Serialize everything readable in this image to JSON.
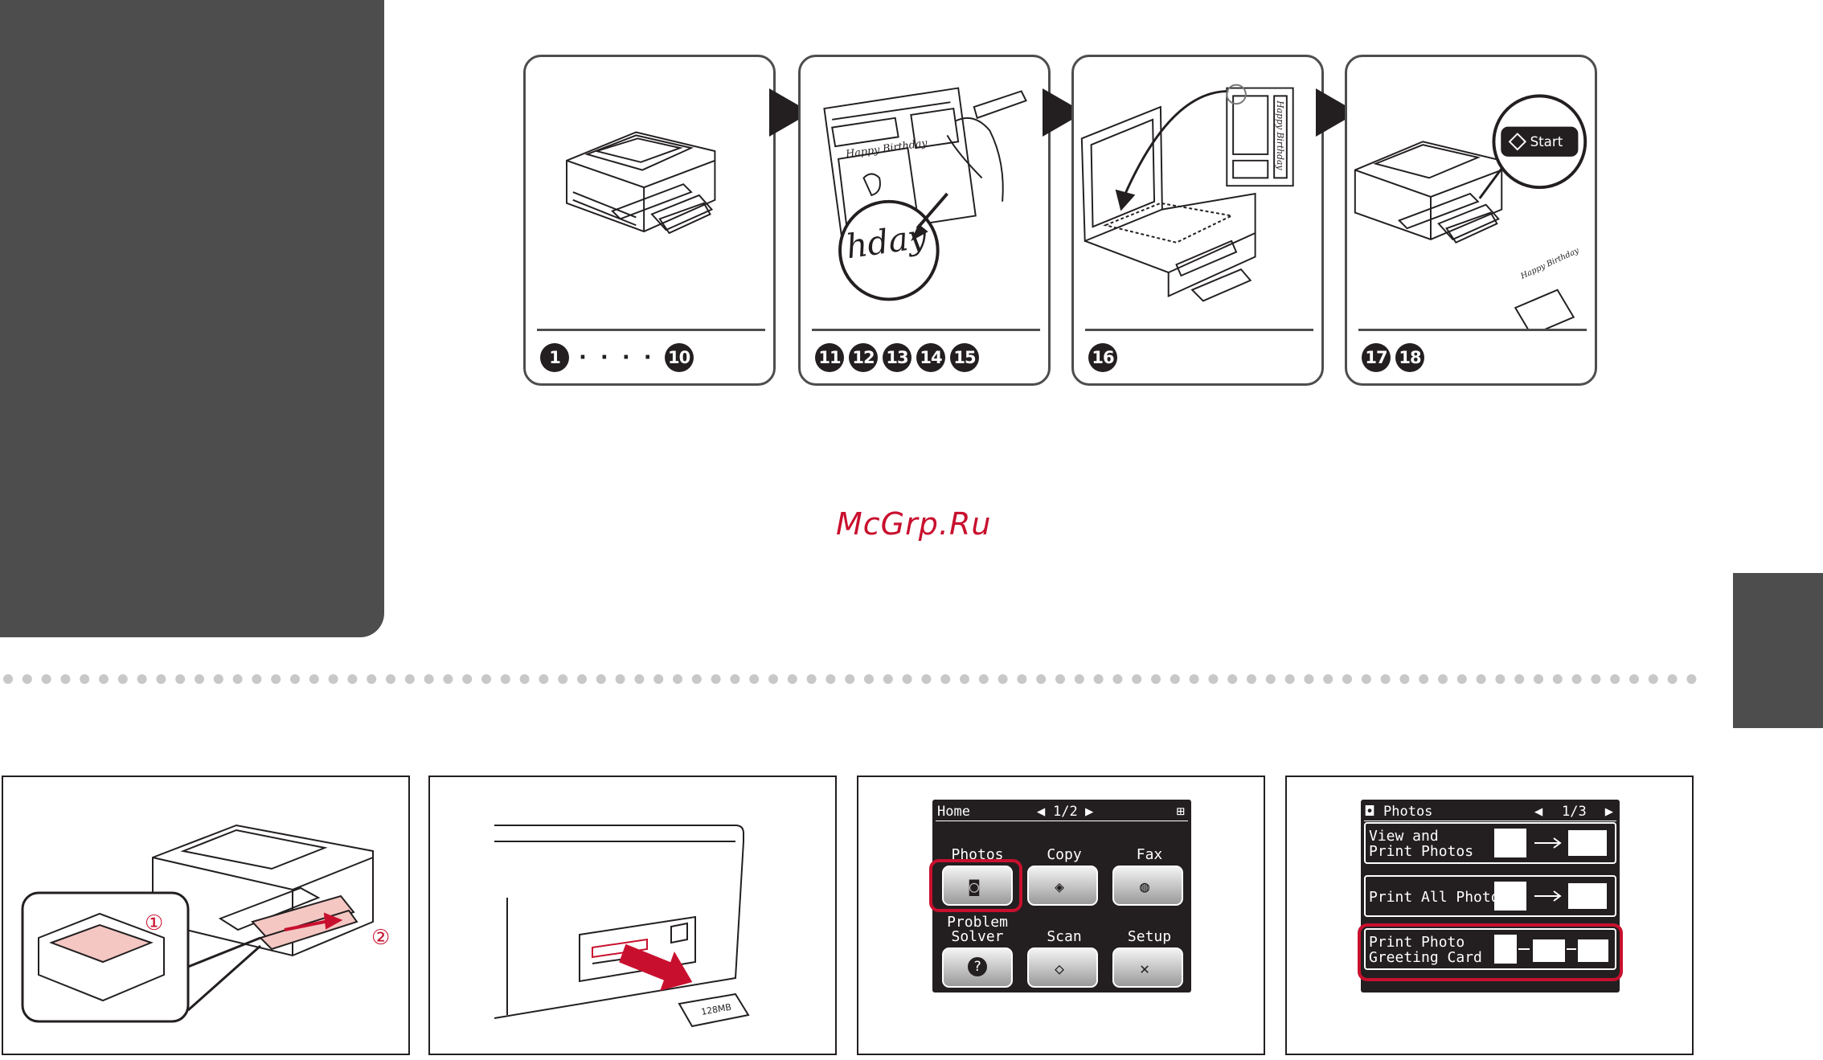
{
  "watermark": "McGrp.Ru",
  "steps": [
    {
      "id": "step-1",
      "labels": [
        "1",
        "10"
      ],
      "has_range": true,
      "illustration": "printer-icon"
    },
    {
      "id": "step-2",
      "labels": [
        "11",
        "12",
        "13",
        "14",
        "15"
      ],
      "has_range": false,
      "illustration": "hand-drawing-icon",
      "card_text": "Happy Birthday",
      "zoom_text": "hday"
    },
    {
      "id": "step-3",
      "labels": [
        "16"
      ],
      "has_range": false,
      "illustration": "scanner-lid-icon",
      "card_text": "Happy Birthday"
    },
    {
      "id": "step-4",
      "labels": [
        "17",
        "18"
      ],
      "has_range": false,
      "illustration": "printer-start-icon",
      "start_label": "Start",
      "card_text": "Happy Birthday"
    }
  ],
  "range_separator": "· · · ·",
  "bottom": {
    "panel1": {
      "callout_1": "①",
      "callout_2": "②"
    },
    "panel2": {
      "card_label": "128MB"
    },
    "panel3": {
      "title": "Home",
      "page": "1/2",
      "buttons": [
        {
          "label": "Photos",
          "icon": "camera-icon"
        },
        {
          "label": "Copy",
          "icon": "copy-icon"
        },
        {
          "label": "Fax",
          "icon": "fax-icon"
        },
        {
          "label": "Problem\nSolver",
          "icon": "question-icon"
        },
        {
          "label": "Scan",
          "icon": "scan-icon"
        },
        {
          "label": "Setup",
          "icon": "tools-icon"
        }
      ]
    },
    "panel4": {
      "title": "Photos",
      "page": "1/3",
      "items": [
        {
          "label_1": "View and",
          "label_2": "Print Photos"
        },
        {
          "label_1": "Print All Photos",
          "label_2": ""
        },
        {
          "label_1": "Print Photo",
          "label_2": "Greeting Card"
        }
      ]
    }
  },
  "colors": {
    "dark_gray": "#4d4d4d",
    "black": "#231f20",
    "highlight_red": "#c8102e"
  }
}
